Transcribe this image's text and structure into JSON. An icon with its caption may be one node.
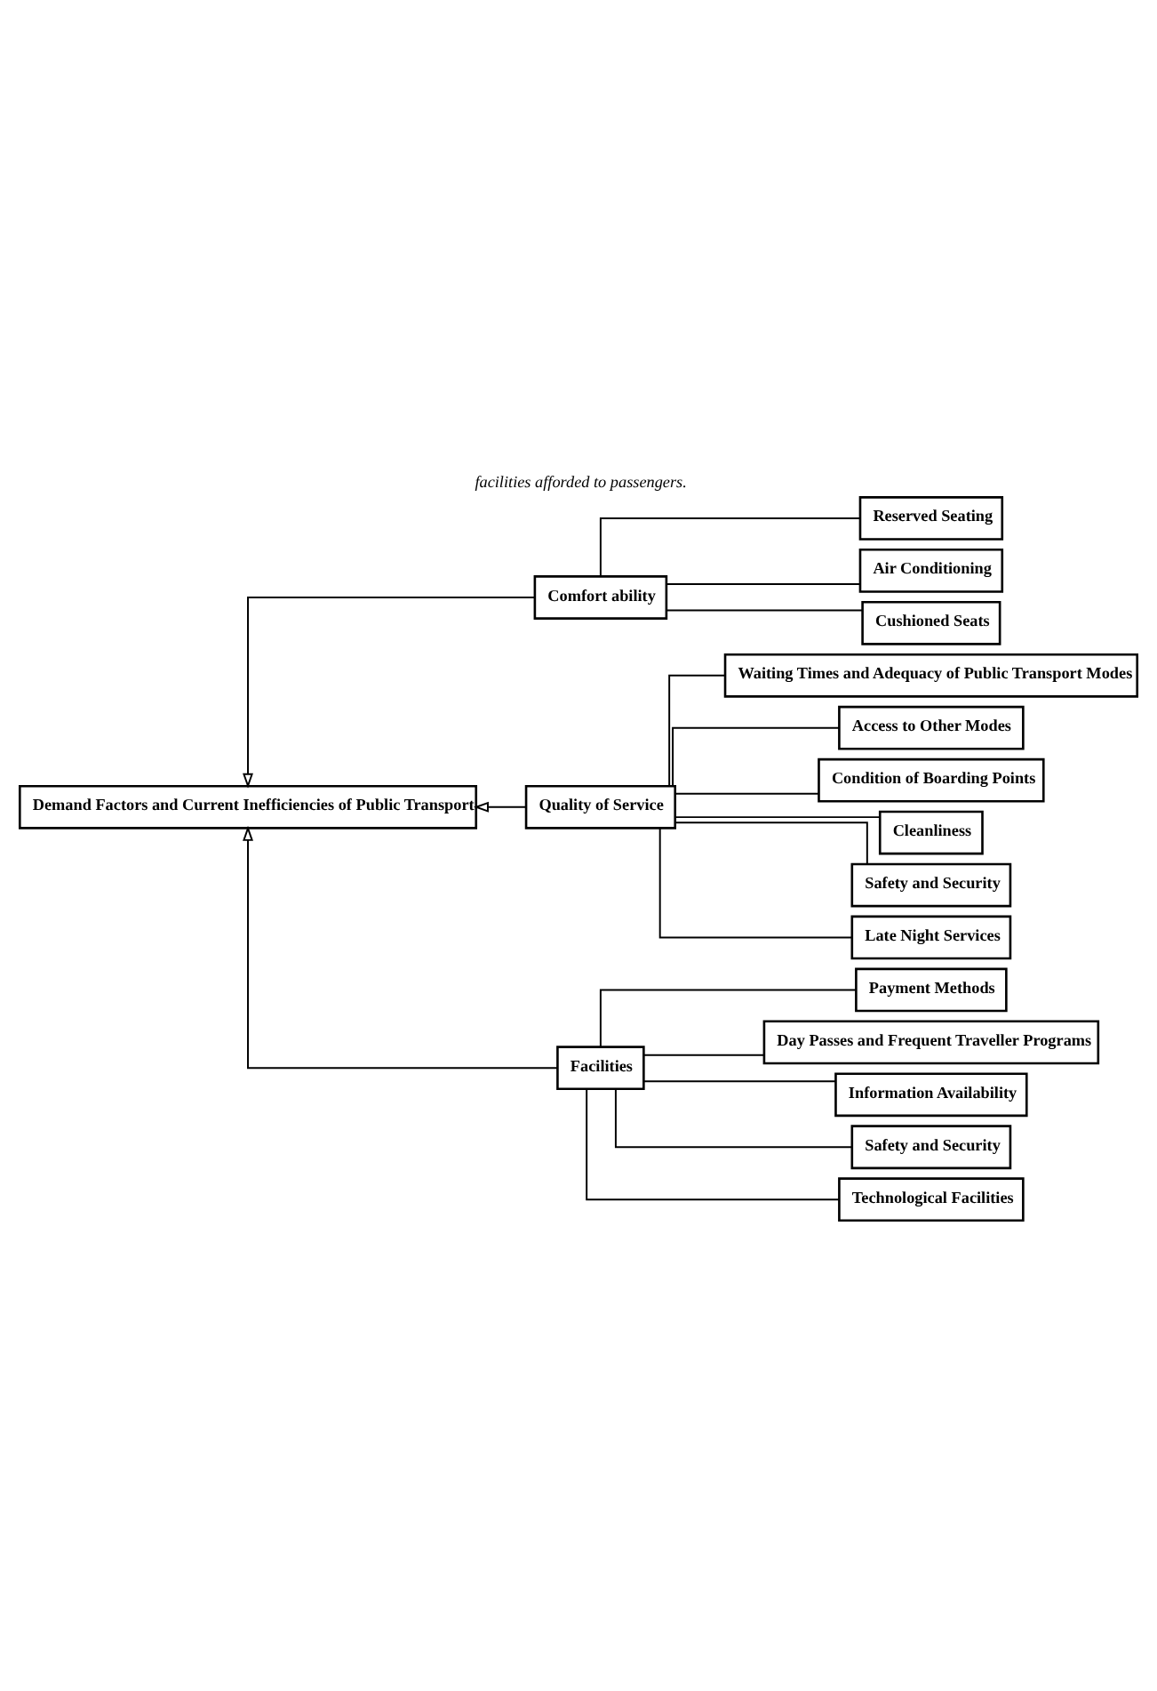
{
  "diagram": {
    "caption": "facilities afforded to passengers.",
    "nodes": [
      {
        "text": [
          "Demand Factors and Current Inefficiencies of Public Transport"
        ]
      },
      {
        "text": [
          "Comfort ability"
        ]
      },
      {
        "text": [
          "Reserved Seating"
        ]
      },
      {
        "text": [
          "Air Conditioning"
        ]
      },
      {
        "text": [
          "Cushioned Seats"
        ]
      },
      {
        "text": [
          "Quality of Service"
        ]
      },
      {
        "text": [
          "Waiting Times and Adequacy of Public Transport Modes"
        ]
      },
      {
        "text": [
          "Access to Other Modes"
        ]
      },
      {
        "text": [
          "Condition of Boarding Points"
        ]
      },
      {
        "text": [
          "Cleanliness"
        ]
      },
      {
        "text": [
          "Safety and Security"
        ]
      },
      {
        "text": [
          "Late Night Services"
        ]
      },
      {
        "text": [
          "Facilities"
        ]
      },
      {
        "text": [
          "Payment Methods"
        ]
      },
      {
        "text": [
          "Day Passes and Frequent Traveller Programs"
        ]
      },
      {
        "text": [
          "Information Availability"
        ]
      },
      {
        "text": [
          "Safety and Security"
        ]
      },
      {
        "text": [
          "Technological Facilities"
        ]
      }
    ],
    "edges": [
      {
        "from": 1,
        "to": 0,
        "arrow": "to"
      },
      {
        "from": 5,
        "to": 0,
        "arrow": "to"
      },
      {
        "from": 12,
        "to": 0,
        "arrow": "to"
      },
      {
        "from": 1,
        "to": 2,
        "arrow": "none"
      },
      {
        "from": 1,
        "to": 3,
        "arrow": "none"
      },
      {
        "from": 1,
        "to": 4,
        "arrow": "none"
      },
      {
        "from": 5,
        "to": 6,
        "arrow": "none"
      },
      {
        "from": 5,
        "to": 7,
        "arrow": "none"
      },
      {
        "from": 5,
        "to": 8,
        "arrow": "none"
      },
      {
        "from": 5,
        "to": 9,
        "arrow": "none"
      },
      {
        "from": 5,
        "to": 10,
        "arrow": "none"
      },
      {
        "from": 5,
        "to": 11,
        "arrow": "none"
      },
      {
        "from": 12,
        "to": 13,
        "arrow": "none"
      },
      {
        "from": 12,
        "to": 14,
        "arrow": "none"
      },
      {
        "from": 12,
        "to": 15,
        "arrow": "none"
      },
      {
        "from": 12,
        "to": 16,
        "arrow": "none"
      },
      {
        "from": 12,
        "to": 17,
        "arrow": "none"
      }
    ]
  }
}
